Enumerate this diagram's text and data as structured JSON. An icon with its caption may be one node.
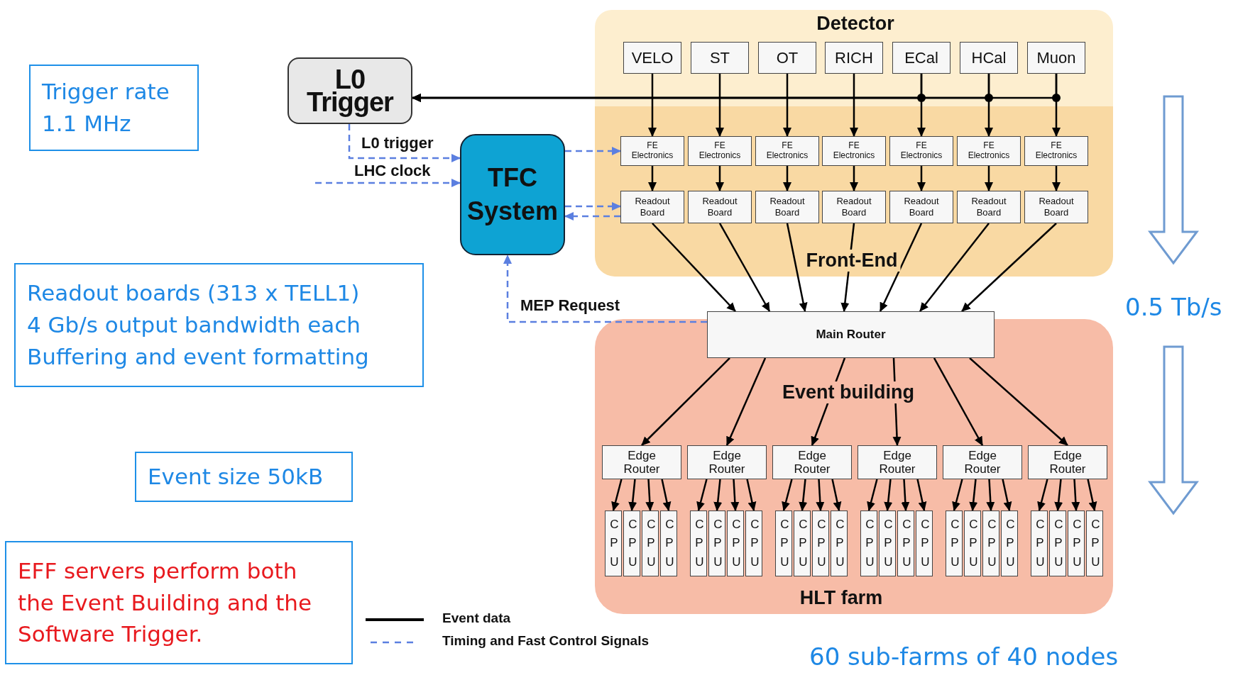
{
  "diagram": {
    "nodes": [
      {
        "text": [
          "L0 Trigger"
        ]
      },
      {
        "text": [
          "TFC System"
        ]
      },
      {
        "text": [
          "Trigger rate 1.1 MHz"
        ]
      },
      {
        "text": [
          "Readout boards (313 x TELL1)",
          "4 Gb/s output bandwidth each",
          "Buffering and event formatting"
        ]
      },
      {
        "text": [
          "Event size 50kB"
        ]
      },
      {
        "text": [
          "EFF servers perform both the Event Building and the Software Trigger."
        ]
      },
      {
        "text": [
          "Detector"
        ]
      },
      {
        "text": [
          "VELO"
        ],
        "in": 6
      },
      {
        "text": [
          "ST"
        ],
        "in": 6
      },
      {
        "text": [
          "OT"
        ],
        "in": 6
      },
      {
        "text": [
          "RICH"
        ],
        "in": 6
      },
      {
        "text": [
          "ECal"
        ],
        "in": 6
      },
      {
        "text": [
          "HCal"
        ],
        "in": 6
      },
      {
        "text": [
          "Muon"
        ],
        "in": 6
      },
      {
        "text": [
          "Front-End"
        ]
      },
      {
        "text": [
          "FE Electronics"
        ],
        "in": 14
      },
      {
        "text": [
          "FE Electronics"
        ],
        "in": 14
      },
      {
        "text": [
          "FE Electronics"
        ],
        "in": 14
      },
      {
        "text": [
          "FE Electronics"
        ],
        "in": 14
      },
      {
        "text": [
          "FE Electronics"
        ],
        "in": 14
      },
      {
        "text": [
          "FE Electronics"
        ],
        "in": 14
      },
      {
        "text": [
          "FE Electronics"
        ],
        "in": 14
      },
      {
        "text": [
          "Readout Board"
        ],
        "in": 14
      },
      {
        "text": [
          "Readout Board"
        ],
        "in": 14
      },
      {
        "text": [
          "Readout Board"
        ],
        "in": 14
      },
      {
        "text": [
          "Readout Board"
        ],
        "in": 14
      },
      {
        "text": [
          "Readout Board"
        ],
        "in": 14
      },
      {
        "text": [
          "Readout Board"
        ],
        "in": 14
      },
      {
        "text": [
          "Readout Board"
        ],
        "in": 14
      },
      {
        "text": [
          "Main Router"
        ]
      },
      {
        "text": [
          "Event building",
          "HLT farm"
        ]
      },
      {
        "text": [
          "Edge Router"
        ],
        "in": 30
      },
      {
        "text": [
          "Edge Router"
        ],
        "in": 30
      },
      {
        "text": [
          "Edge Router"
        ],
        "in": 30
      },
      {
        "text": [
          "Edge Router"
        ],
        "in": 30
      },
      {
        "text": [
          "Edge Router"
        ],
        "in": 30
      },
      {
        "text": [
          "Edge Router"
        ],
        "in": 30
      },
      {
        "text": [
          "CPU"
        ],
        "in": 30
      },
      {
        "text": [
          "CPU"
        ],
        "in": 30
      },
      {
        "text": [
          "CPU"
        ],
        "in": 30
      },
      {
        "text": [
          "CPU"
        ],
        "in": 30
      },
      {
        "text": [
          "CPU"
        ],
        "in": 30
      },
      {
        "text": [
          "CPU"
        ],
        "in": 30
      },
      {
        "text": [
          "CPU"
        ],
        "in": 30
      },
      {
        "text": [
          "CPU"
        ],
        "in": 30
      },
      {
        "text": [
          "CPU"
        ],
        "in": 30
      },
      {
        "text": [
          "CPU"
        ],
        "in": 30
      },
      {
        "text": [
          "CPU"
        ],
        "in": 30
      },
      {
        "text": [
          "CPU"
        ],
        "in": 30
      },
      {
        "text": [
          "CPU"
        ],
        "in": 30
      },
      {
        "text": [
          "CPU"
        ],
        "in": 30
      },
      {
        "text": [
          "CPU"
        ],
        "in": 30
      },
      {
        "text": [
          "CPU"
        ],
        "in": 30
      },
      {
        "text": [
          "CPU"
        ],
        "in": 30
      },
      {
        "text": [
          "CPU"
        ],
        "in": 30
      },
      {
        "text": [
          "CPU"
        ],
        "in": 30
      },
      {
        "text": [
          "CPU"
        ],
        "in": 30
      },
      {
        "text": [
          "CPU"
        ],
        "in": 30
      },
      {
        "text": [
          "CPU"
        ],
        "in": 30
      },
      {
        "text": [
          "CPU"
        ],
        "in": 30
      },
      {
        "text": [
          "CPU"
        ],
        "in": 30
      }
    ],
    "edges": [
      {
        "from": 7,
        "to": 15,
        "arrow": "to"
      },
      {
        "from": 8,
        "to": 16,
        "arrow": "to"
      },
      {
        "from": 9,
        "to": 17,
        "arrow": "to"
      },
      {
        "from": 10,
        "to": 18,
        "arrow": "to"
      },
      {
        "from": 11,
        "to": 19,
        "arrow": "to"
      },
      {
        "from": 12,
        "to": 20,
        "arrow": "to"
      },
      {
        "from": 13,
        "to": 21,
        "arrow": "to"
      },
      {
        "from": 15,
        "to": 22,
        "arrow": "to"
      },
      {
        "from": 16,
        "to": 23,
        "arrow": "to"
      },
      {
        "from": 17,
        "to": 24,
        "arrow": "to"
      },
      {
        "from": 18,
        "to": 25,
        "arrow": "to"
      },
      {
        "from": 19,
        "to": 26,
        "arrow": "to"
      },
      {
        "from": 20,
        "to": 27,
        "arrow": "to"
      },
      {
        "from": 21,
        "to": 28,
        "arrow": "to"
      },
      {
        "from": 22,
        "to": 29,
        "arrow": "to"
      },
      {
        "from": 23,
        "to": 29,
        "arrow": "to"
      },
      {
        "from": 24,
        "to": 29,
        "arrow": "to"
      },
      {
        "from": 25,
        "to": 29,
        "arrow": "to"
      },
      {
        "from": 26,
        "to": 29,
        "arrow": "to"
      },
      {
        "from": 27,
        "to": 29,
        "arrow": "to"
      },
      {
        "from": 28,
        "to": 29,
        "arrow": "to"
      },
      {
        "from": 29,
        "to": 31,
        "arrow": "to"
      },
      {
        "from": 29,
        "to": 32,
        "arrow": "to"
      },
      {
        "from": 29,
        "to": 33,
        "arrow": "to"
      },
      {
        "from": 29,
        "to": 34,
        "arrow": "to"
      },
      {
        "from": 29,
        "to": 35,
        "arrow": "to"
      },
      {
        "from": 29,
        "to": 36,
        "arrow": "to"
      },
      {
        "from": 31,
        "to": 37,
        "arrow": "to"
      },
      {
        "from": 31,
        "to": 38,
        "arrow": "to"
      },
      {
        "from": 31,
        "to": 39,
        "arrow": "to"
      },
      {
        "from": 31,
        "to": 40,
        "arrow": "to"
      },
      {
        "from": 32,
        "to": 41,
        "arrow": "to"
      },
      {
        "from": 32,
        "to": 42,
        "arrow": "to"
      },
      {
        "from": 32,
        "to": 43,
        "arrow": "to"
      },
      {
        "from": 32,
        "to": 44,
        "arrow": "to"
      },
      {
        "from": 33,
        "to": 45,
        "arrow": "to"
      },
      {
        "from": 33,
        "to": 46,
        "arrow": "to"
      },
      {
        "from": 33,
        "to": 47,
        "arrow": "to"
      },
      {
        "from": 33,
        "to": 48,
        "arrow": "to"
      },
      {
        "from": 34,
        "to": 49,
        "arrow": "to"
      },
      {
        "from": 34,
        "to": 50,
        "arrow": "to"
      },
      {
        "from": 34,
        "to": 51,
        "arrow": "to"
      },
      {
        "from": 34,
        "to": 52,
        "arrow": "to"
      },
      {
        "from": 35,
        "to": 53,
        "arrow": "to"
      },
      {
        "from": 35,
        "to": 54,
        "arrow": "to"
      },
      {
        "from": 35,
        "to": 55,
        "arrow": "to"
      },
      {
        "from": 35,
        "to": 56,
        "arrow": "to"
      },
      {
        "from": 36,
        "to": 57,
        "arrow": "to"
      },
      {
        "from": 36,
        "to": 58,
        "arrow": "to"
      },
      {
        "from": 36,
        "to": 59,
        "arrow": "to"
      },
      {
        "from": 36,
        "to": 60,
        "arrow": "to"
      },
      {
        "from": 11,
        "to": 0,
        "arrow": "to"
      },
      {
        "from": 12,
        "to": 0,
        "arrow": "to"
      },
      {
        "from": 13,
        "to": 0,
        "arrow": "to"
      },
      {
        "from": 0,
        "to": 1,
        "arrow": "to",
        "label": "L0 trigger",
        "style": "dashed",
        "color": "#5b7fe0"
      },
      {
        "from": null,
        "to": 1,
        "arrow": "to",
        "label": "LHC clock",
        "style": "dashed",
        "color": "#5b7fe0"
      },
      {
        "from": 1,
        "to": 15,
        "arrow": "to",
        "style": "dashed",
        "color": "#5b7fe0"
      },
      {
        "from": 1,
        "to": 22,
        "arrow": "to",
        "style": "dashed",
        "color": "#5b7fe0"
      },
      {
        "from": 22,
        "to": 1,
        "arrow": "to",
        "style": "dashed",
        "color": "#5b7fe0"
      },
      {
        "from": 29,
        "to": 1,
        "arrow": "to",
        "label": "MEP Request",
        "style": "dashed",
        "color": "#5b7fe0"
      }
    ],
    "labels": [
      "0.5 Tb/s",
      "60 sub-farms of 40 nodes"
    ],
    "legend": [
      {
        "text": "Event data"
      },
      {
        "text": "Timing and Fast Control Signals"
      }
    ]
  }
}
